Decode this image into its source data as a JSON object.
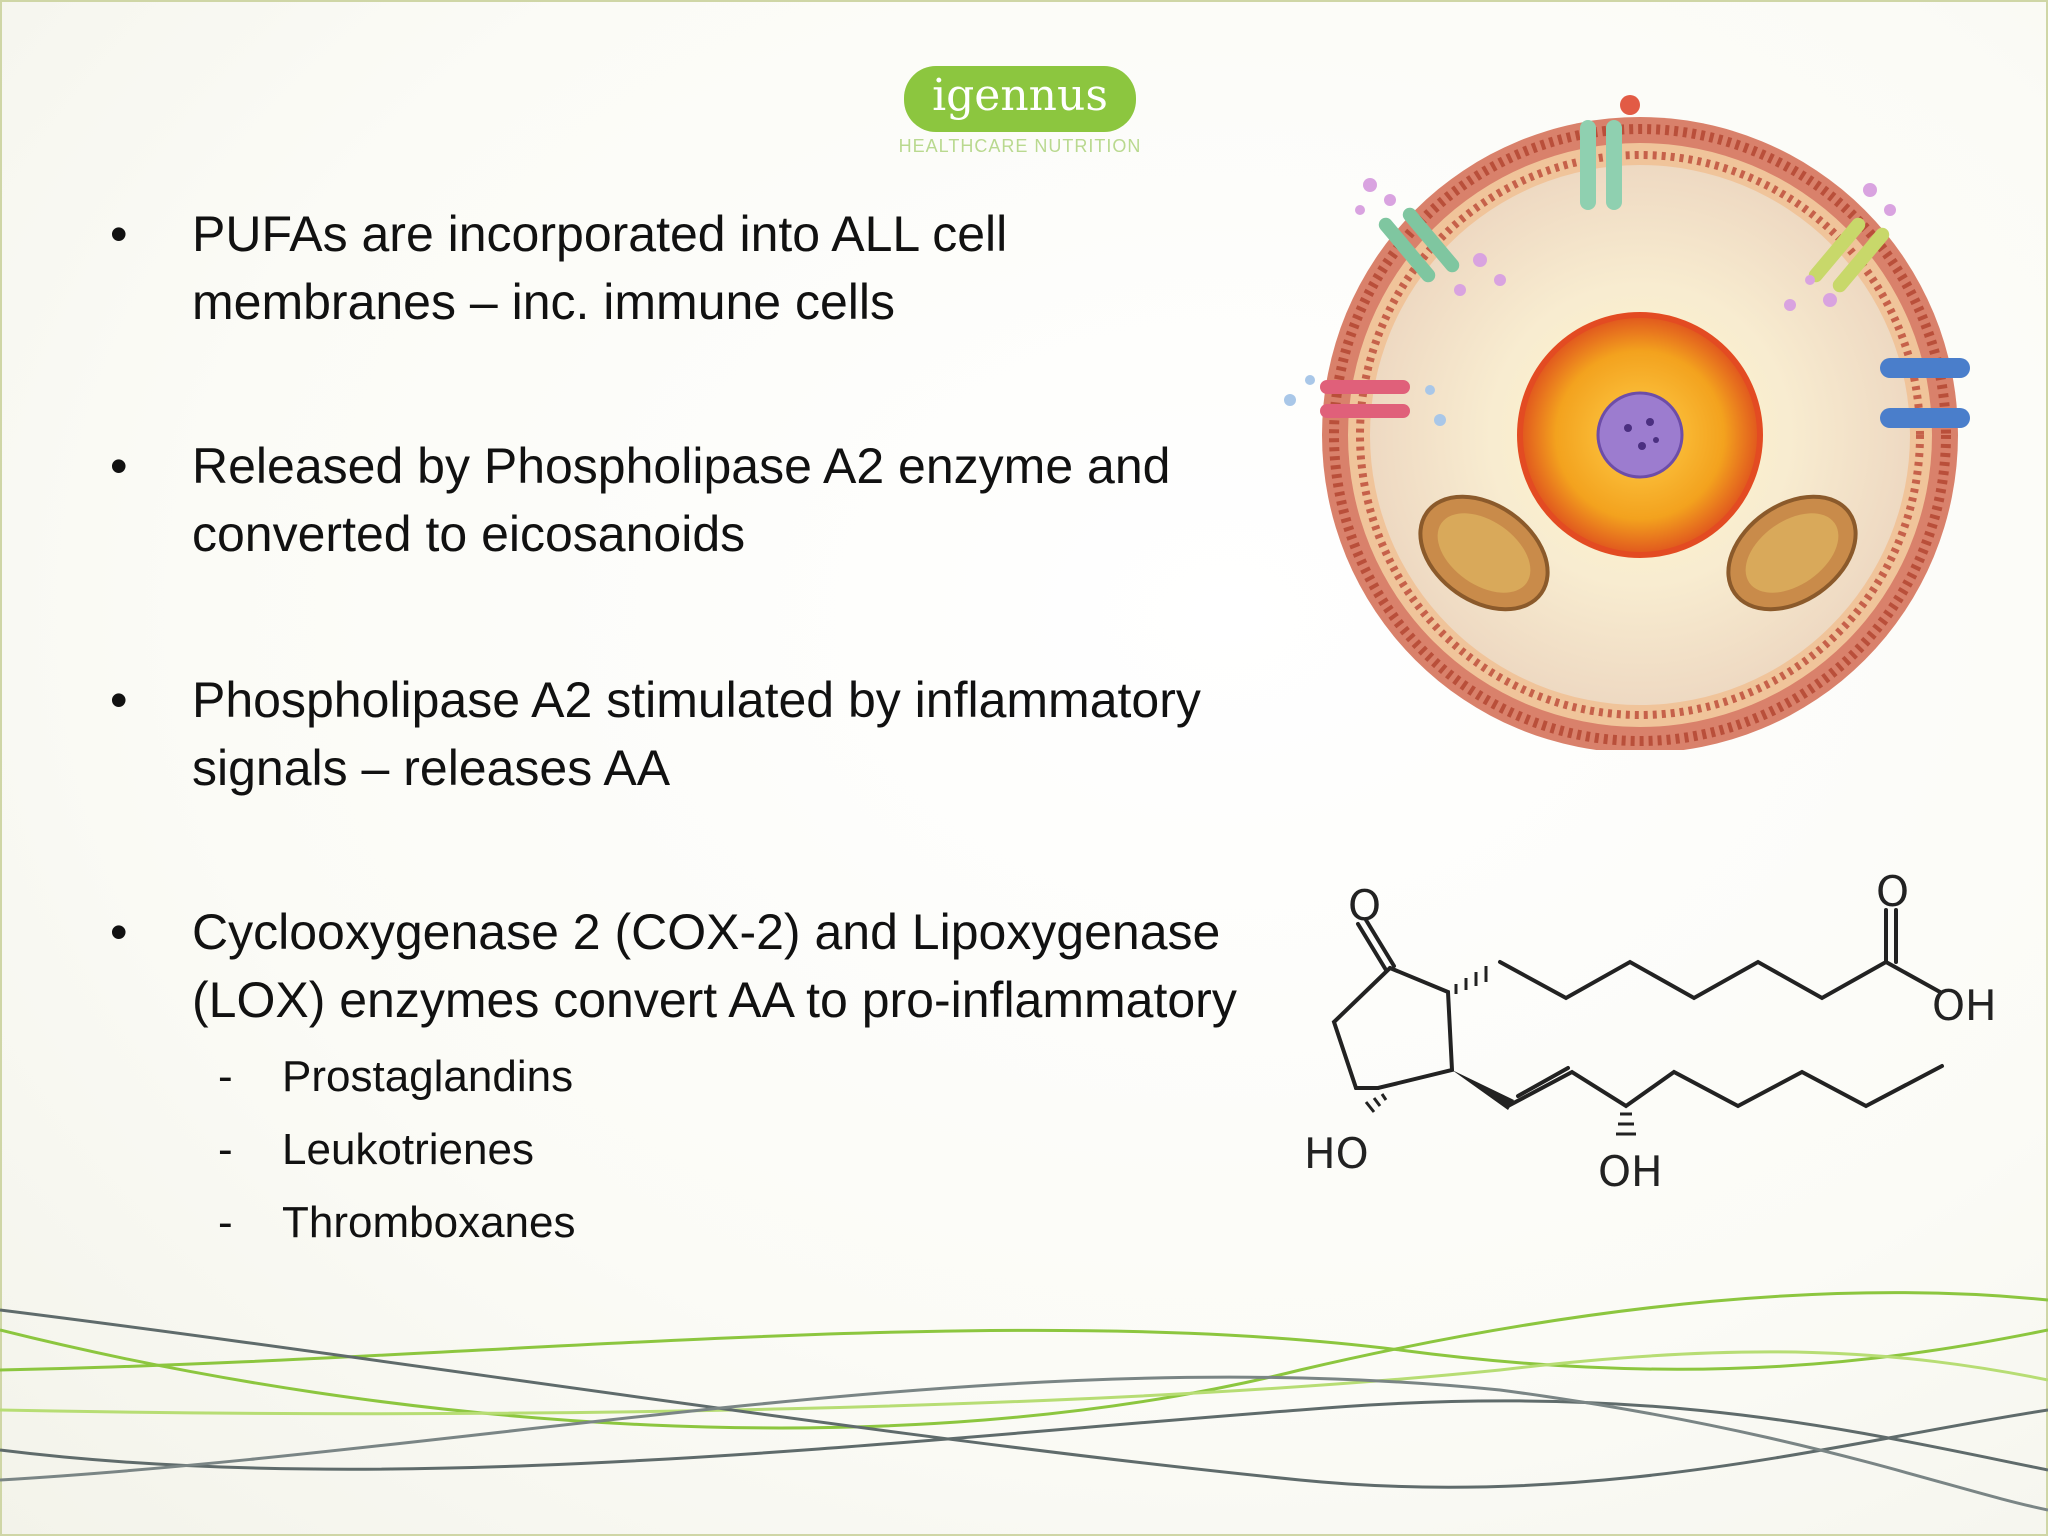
{
  "logo": {
    "name": "igennus",
    "tagline": "HEALTHCARE NUTRITION"
  },
  "bullets": [
    {
      "line1": "PUFAs are incorporated into ALL cell",
      "line2": "membranes – inc. immune cells"
    },
    {
      "line1": "Released by Phospholipase A2 enzyme and",
      "line2": "converted to eicosanoids"
    },
    {
      "line1": "Phospholipase A2 stimulated by inflammatory",
      "line2": "signals – releases AA"
    },
    {
      "line1": "Cyclooxygenase 2 (COX-2) and Lipoxygenase",
      "line2": "(LOX) enzymes convert AA to pro-inflammatory"
    }
  ],
  "bullet_marker": "•",
  "sub_marker": "-",
  "subitems": [
    "Prostaglandins",
    "Leukotrienes",
    "Thromboxanes"
  ],
  "molecule": {
    "ketone_o": "O",
    "acid_o": "O",
    "acid_oh": "OH",
    "ring_ho": "HO",
    "chain_oh": "OH"
  },
  "colors": {
    "logo_green": "#8cc63f",
    "wave_green": "#8cc63f",
    "wave_grey": "#5f6b6b"
  }
}
